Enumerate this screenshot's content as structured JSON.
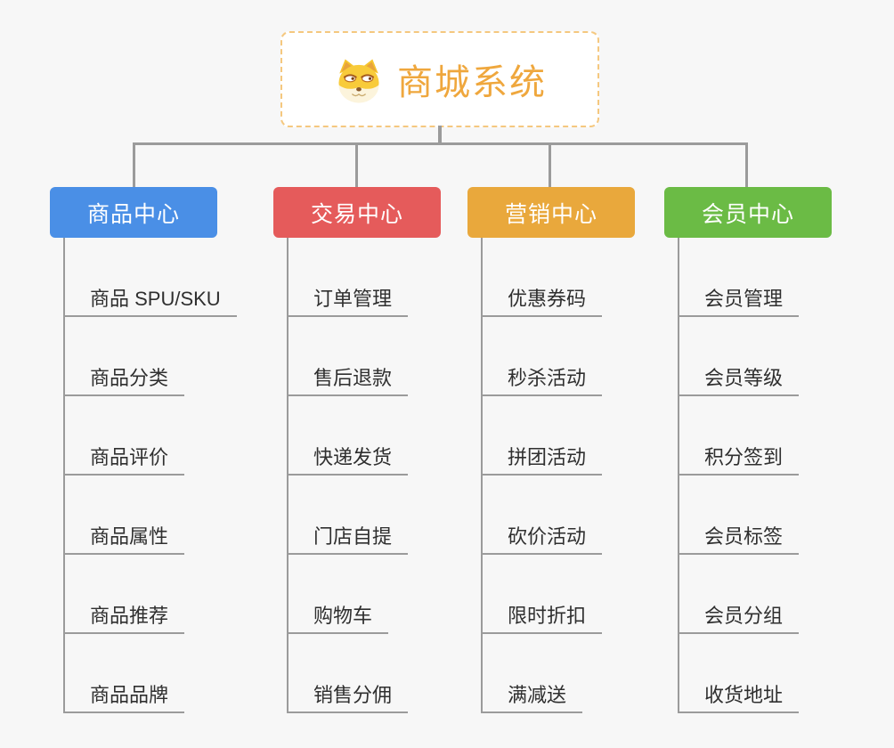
{
  "canvas": {
    "background_color": "#f7f7f7",
    "connector_color": "#9b9b9b"
  },
  "root": {
    "title": "商城系统",
    "icon": "doge-icon",
    "text_color": "#efa73d",
    "border_color": "#f5c87f"
  },
  "branches": [
    {
      "label": "商品中心",
      "color": "#4a8fe6",
      "children": [
        "商品 SPU/SKU",
        "商品分类",
        "商品评价",
        "商品属性",
        "商品推荐",
        "商品品牌"
      ]
    },
    {
      "label": "交易中心",
      "color": "#e55b5b",
      "children": [
        "订单管理",
        "售后退款",
        "快递发货",
        "门店自提",
        "购物车",
        "销售分佣"
      ]
    },
    {
      "label": "营销中心",
      "color": "#e9a83c",
      "children": [
        "优惠券码",
        "秒杀活动",
        "拼团活动",
        "砍价活动",
        "限时折扣",
        "满减送"
      ]
    },
    {
      "label": "会员中心",
      "color": "#6bbb45",
      "children": [
        "会员管理",
        "会员等级",
        "积分签到",
        "会员标签",
        "会员分组",
        "收货地址"
      ]
    }
  ]
}
